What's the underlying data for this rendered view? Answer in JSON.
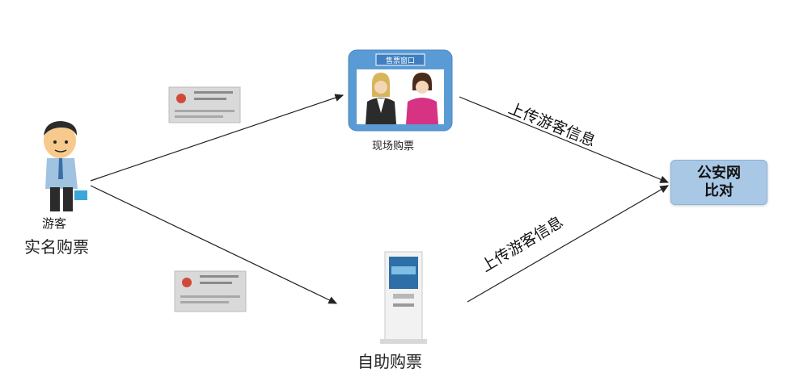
{
  "nodes": {
    "tourist": {
      "caption_small": "游客",
      "caption_large": "实名购票"
    },
    "counter": {
      "caption": "现场购票",
      "sign": "售票窗口"
    },
    "kiosk": {
      "caption": "自助购票"
    },
    "police": {
      "line1": "公安网",
      "line2": "比对"
    }
  },
  "edges": {
    "upload_top": "上传游客信息",
    "upload_bottom": "上传游客信息"
  },
  "colors": {
    "line": "#222222",
    "counter_frame": "#5b9bd5",
    "police_fill": "#a9c8e6",
    "id_card": "#d9d9d9"
  }
}
